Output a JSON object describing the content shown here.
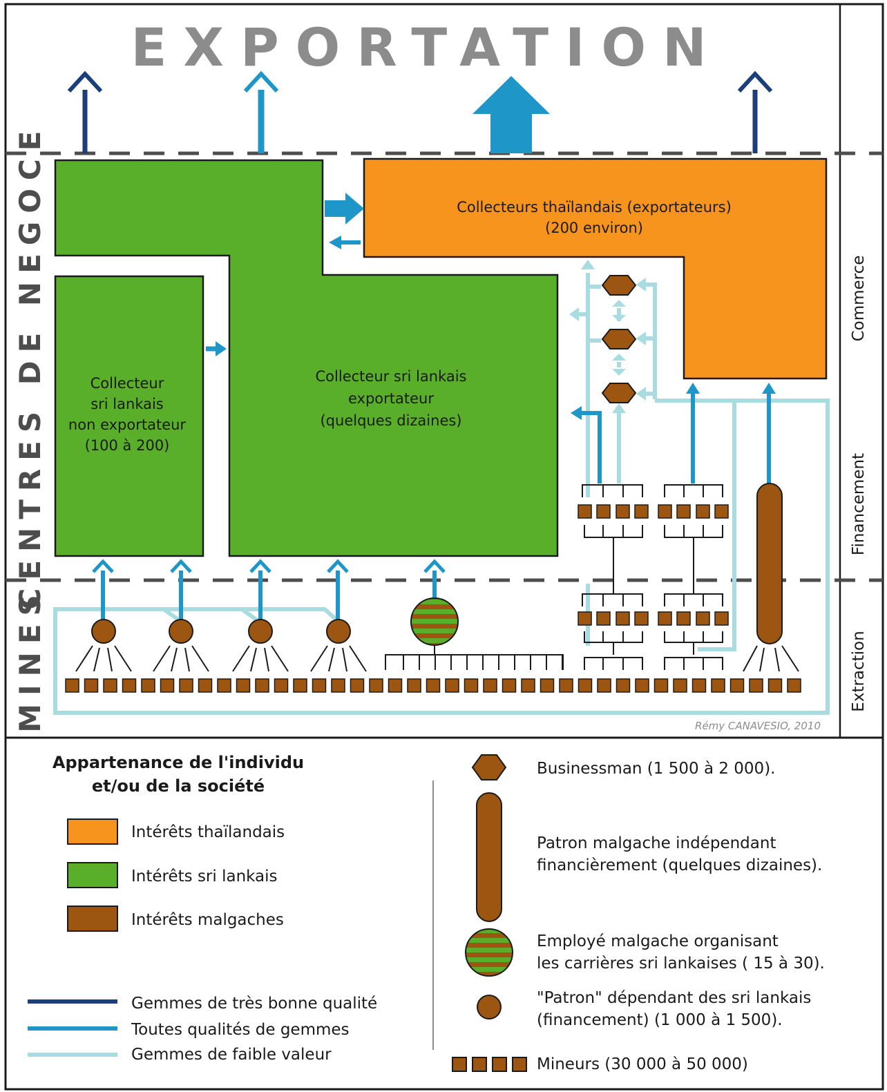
{
  "title": "EXPORTATION",
  "zones": {
    "negoce": "CENTRES DE NEGOCE",
    "mines": "MINES"
  },
  "levels": {
    "commerce": "Commerce",
    "financement": "Financement",
    "extraction": "Extraction"
  },
  "boxes": {
    "thai": {
      "line1": "Collecteurs thaïlandais (exportateurs)",
      "line2": "(200 environ)"
    },
    "srilankan_exporter": {
      "line1": "Collecteur sri lankais",
      "line2": "exportateur",
      "line3": "(quelques dizaines)"
    },
    "srilankan_non_exporter": {
      "line1": "Collecteur",
      "line2": "sri lankais",
      "line3": "non exportateur",
      "line4": "(100 à 200)"
    }
  },
  "credit": "Rémy CANAVESIO, 2010",
  "legend": {
    "title_line1": "Appartenance de l'individu",
    "title_line2": "et/ou de la société",
    "affiliation": [
      {
        "label": "Intérêts thaïlandais",
        "color": "#f7941d"
      },
      {
        "label": "Intérêts sri lankais",
        "color": "#5aaf2a"
      },
      {
        "label": "Intérêts malgaches",
        "color": "#9c5612"
      }
    ],
    "flows": [
      {
        "label": "Gemmes de très bonne qualité",
        "color": "#1a3f7a"
      },
      {
        "label": "Toutes qualités de gemmes",
        "color": "#1e96c8"
      },
      {
        "label": "Gemmes de faible valeur",
        "color": "#a8dce0"
      }
    ],
    "actors": {
      "businessman": "Businessman (1 500 à 2 000).",
      "patron_independant_line1": "Patron malgache indépendant",
      "patron_independant_line2": "financièrement (quelques dizaines).",
      "employe_line1": "Employé malgache organisant",
      "employe_line2": "les carrières sri lankaises ( 15 à 30).",
      "patron_dependant_line1": "\"Patron\" dépendant des sri lankais",
      "patron_dependant_line2": "(financement) (1 000 à 1 500).",
      "mineurs": "Mineurs (30 000 à 50 000)"
    }
  },
  "colors": {
    "thai": "#f7941d",
    "srilankan": "#5aaf2a",
    "malagasy": "#9c5612",
    "flow_dark": "#1a3f7a",
    "flow_mid": "#1e96c8",
    "flow_light": "#a8dce0",
    "title_gray": "#8c8c8c"
  }
}
